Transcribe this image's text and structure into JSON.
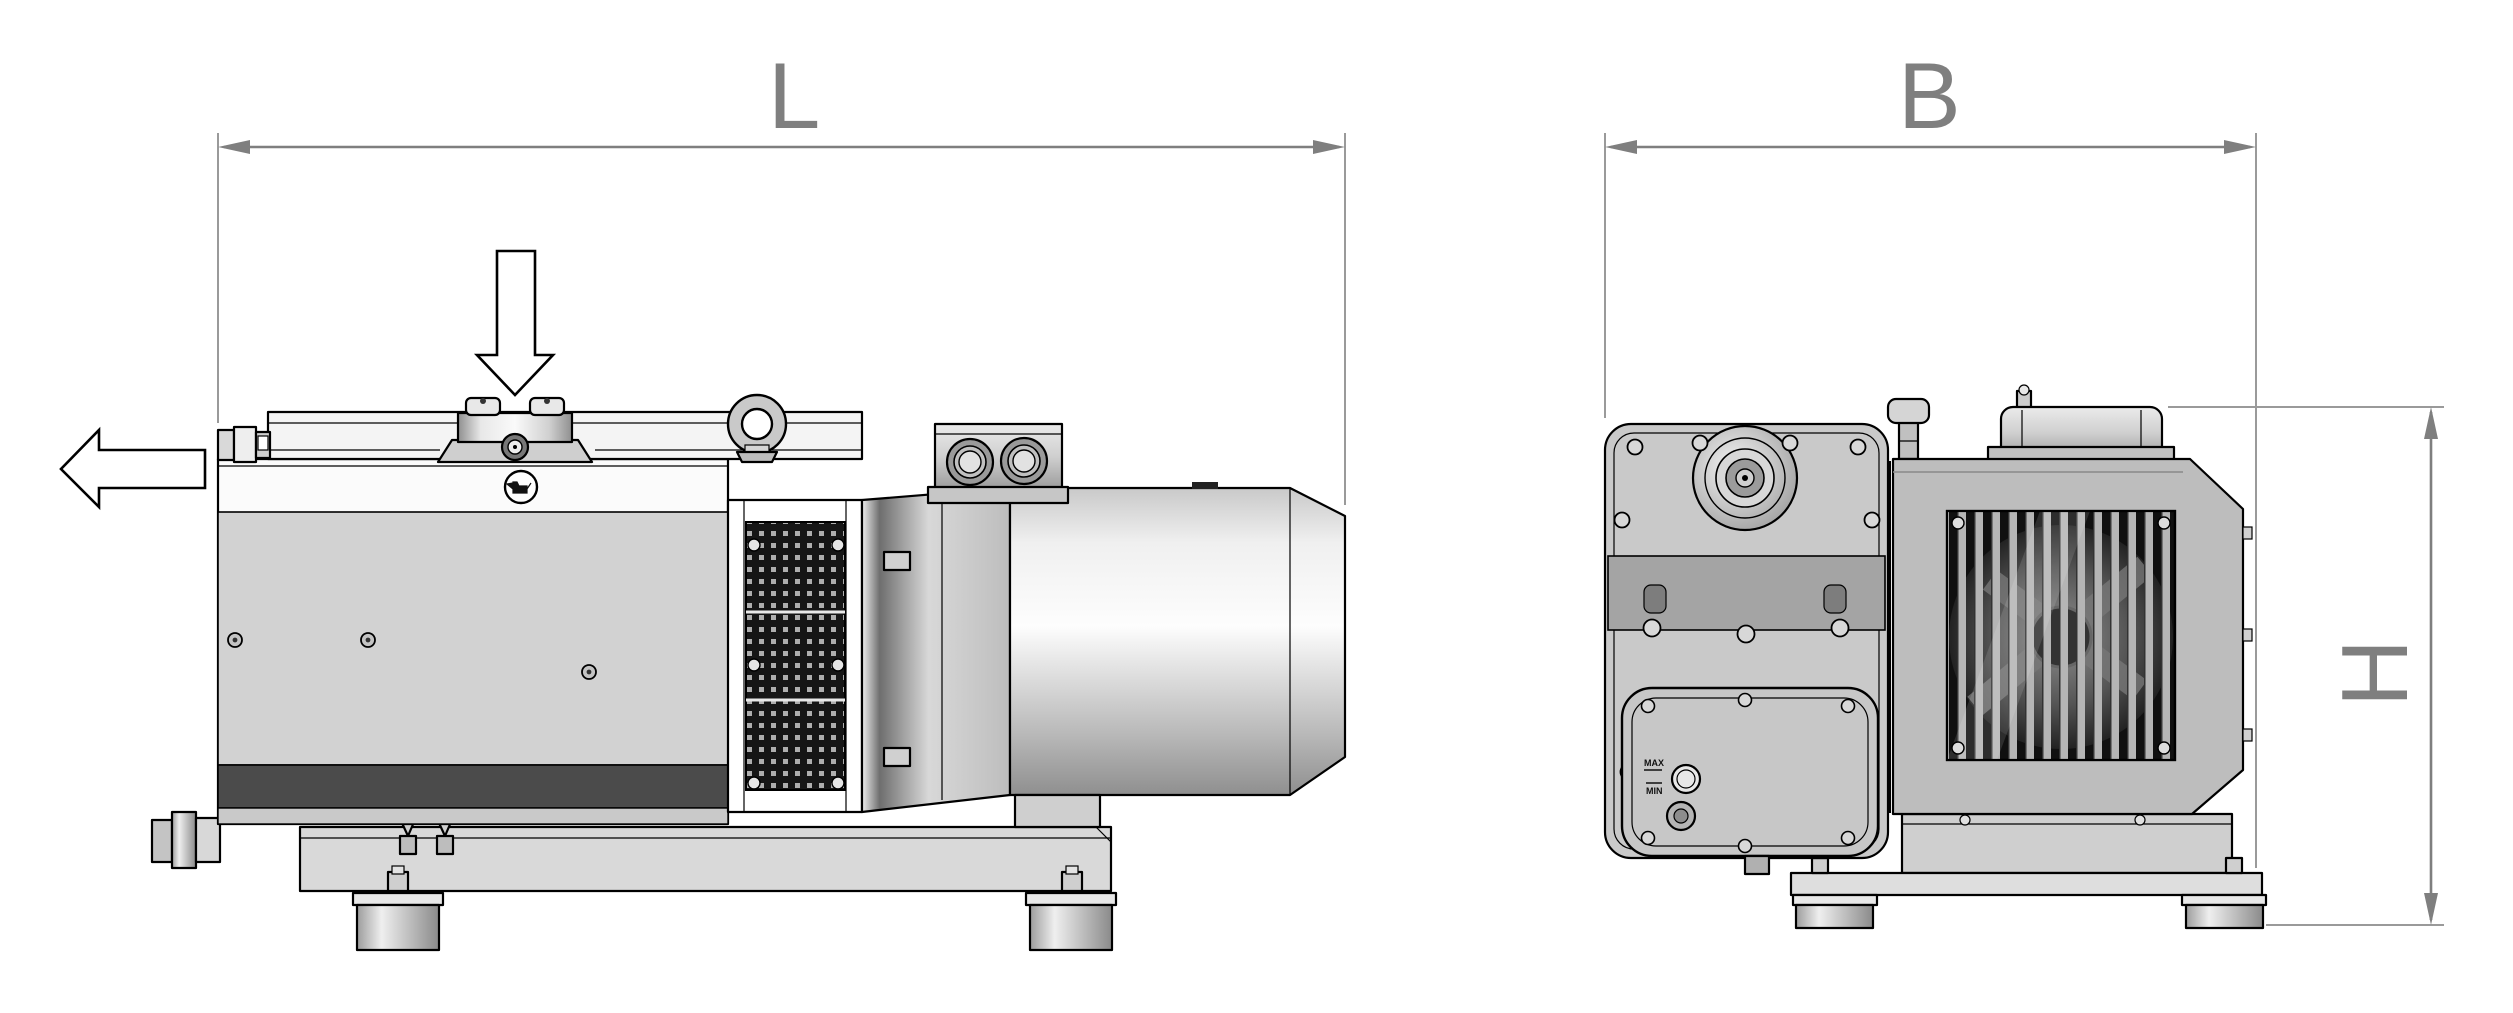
{
  "page": {
    "background": "#ffffff"
  },
  "dimension_annotations": {
    "length": {
      "label": "L"
    },
    "width": {
      "label": "B"
    },
    "height": {
      "label": "H"
    }
  },
  "flow_icons": {
    "inlet": "arrow-down-icon",
    "exhaust": "arrow-left-icon"
  },
  "oil_sight_glass": {
    "max_label": "MAX",
    "min_label": "MIN"
  },
  "icons": [
    "arrow-down-icon",
    "arrow-left-icon",
    "oil-fill-icon",
    "lifting-eyebolt-icon"
  ],
  "colors": {
    "dimension": "#7f7f7f",
    "outline": "#000000",
    "panel": "#d2d2d2",
    "dark_band": "#4b4b4b",
    "mesh": "#161616",
    "cowl": "#bdbdbd",
    "white": "#ffffff"
  }
}
